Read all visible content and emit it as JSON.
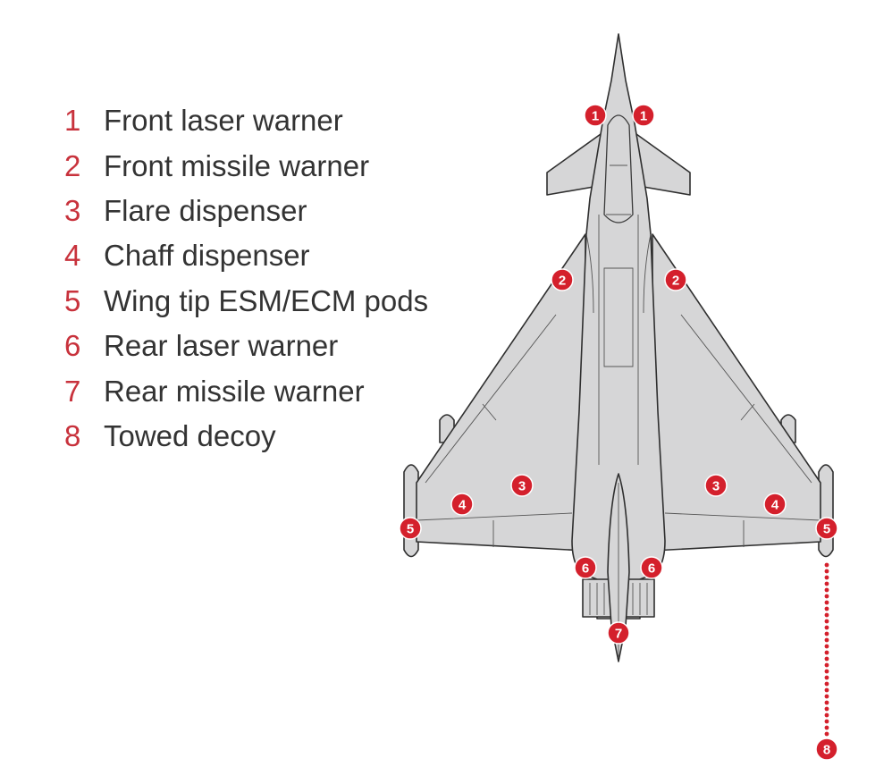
{
  "legend": [
    {
      "number": "1",
      "label": "Front laser warner"
    },
    {
      "number": "2",
      "label": "Front missile warner"
    },
    {
      "number": "3",
      "label": "Flare dispenser"
    },
    {
      "number": "4",
      "label": "Chaff dispenser"
    },
    {
      "number": "5",
      "label": "Wing tip ESM/ECM pods"
    },
    {
      "number": "6",
      "label": "Rear laser warner"
    },
    {
      "number": "7",
      "label": "Rear missile warner"
    },
    {
      "number": "8",
      "label": "Towed decoy"
    }
  ],
  "callouts": {
    "front_laser_left": "1",
    "front_laser_right": "1",
    "front_missile_left": "2",
    "front_missile_right": "2",
    "flare_left": "3",
    "flare_right": "3",
    "chaff_left": "4",
    "chaff_right": "4",
    "pod_left": "5",
    "pod_right": "5",
    "rear_laser_left": "6",
    "rear_laser_right": "6",
    "rear_missile": "7",
    "towed_decoy": "8"
  },
  "colors": {
    "marker": "#d4202c",
    "legend_number": "#c8323c",
    "legend_text": "#333333",
    "aircraft_fill": "#d6d6d7",
    "aircraft_outline": "#2f2f2f"
  }
}
